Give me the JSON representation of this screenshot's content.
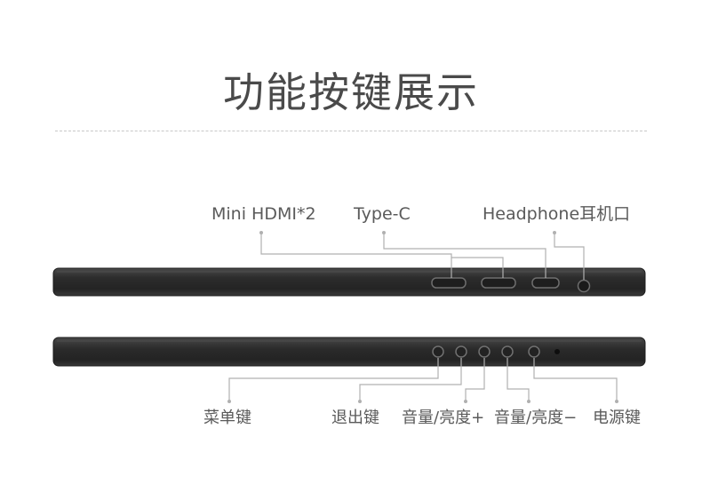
{
  "title": "功能按键展示",
  "top_labels": {
    "mini_hdmi": "Mini HDMI*2",
    "type_c": "Type-C",
    "headphone": "Headphone耳机口"
  },
  "bottom_labels": {
    "menu": "菜单键",
    "back": "退出键",
    "vol_bright_up": "音量/亮度+",
    "vol_bright_down": "音量/亮度−",
    "power": "电源键"
  },
  "colors": {
    "device_body": "#2f2f2f",
    "device_edge": "#1a1a1a",
    "leader_line": "#b0b0b0",
    "text": "#5a5a5a"
  }
}
